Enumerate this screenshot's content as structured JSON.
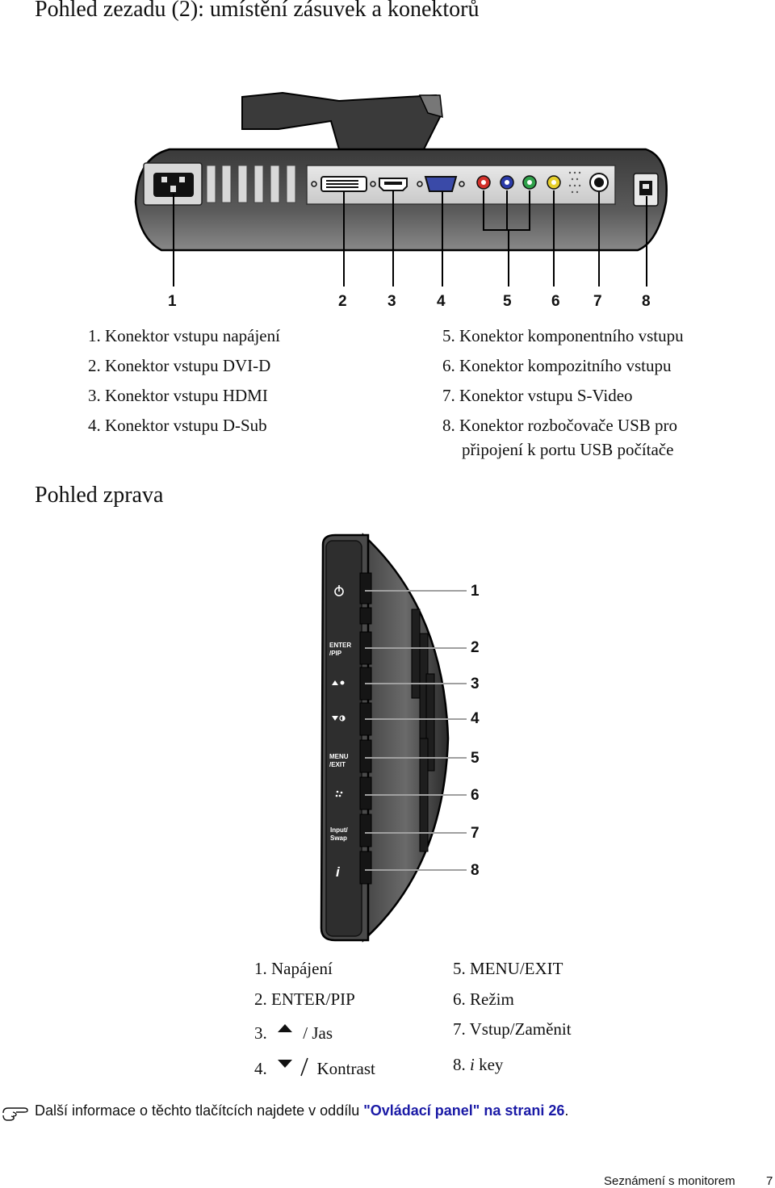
{
  "section_rear": {
    "heading": "Pohled zezadu (2): umístění zásuvek a konektorů",
    "callout_numbers": [
      "1",
      "2",
      "3",
      "4",
      "5",
      "6",
      "7",
      "8"
    ],
    "items_left": [
      "1. Konektor vstupu napájení",
      "2. Konektor vstupu DVI-D",
      "3. Konektor vstupu HDMI",
      "4. Konektor vstupu D-Sub"
    ],
    "items_right": [
      "5. Konektor komponentního vstupu",
      "6. Konektor kompozitního vstupu",
      "7. Konektor vstupu S-Video",
      "8. Konektor rozbočovače USB pro",
      "připojení k portu USB počítače"
    ]
  },
  "section_right": {
    "heading": "Pohled zprava",
    "button_labels": {
      "enter_1": "ENTER",
      "enter_2": "/PIP",
      "menu_1": "MENU",
      "menu_2": "/EXIT",
      "input_1": "Input/",
      "input_2": "Swap"
    },
    "callout_numbers": [
      "1",
      "2",
      "3",
      "4",
      "5",
      "6",
      "7",
      "8"
    ],
    "items_left": {
      "power": "1. Napájení",
      "enter": "2. ENTER/PIP",
      "up_num": "3.",
      "up_text": "/ Jas",
      "down_num": "4.",
      "down_text": "Kontrast"
    },
    "items_right": {
      "menu": "5. MENU/EXIT",
      "mode": "6. Režim",
      "input": "7. Vstup/Zaměnit",
      "ikey_num": "8.",
      "ikey_i": "i",
      "ikey_text": "key"
    }
  },
  "note": {
    "icon": "pointing-hand-icon",
    "text": "Další informace o těchto tlačítcích najdete v oddílu ",
    "link": "\"Ovládací panel\" na strani 26",
    "end": "."
  },
  "footer": {
    "chapter": "Seznámení s monitorem",
    "page": "7"
  },
  "colors": {
    "link": "#1a1aa6",
    "port_red": "#d2302a",
    "port_blue": "#2a3aa8",
    "port_green": "#2fa14a",
    "port_yellow": "#e6cf2a"
  }
}
